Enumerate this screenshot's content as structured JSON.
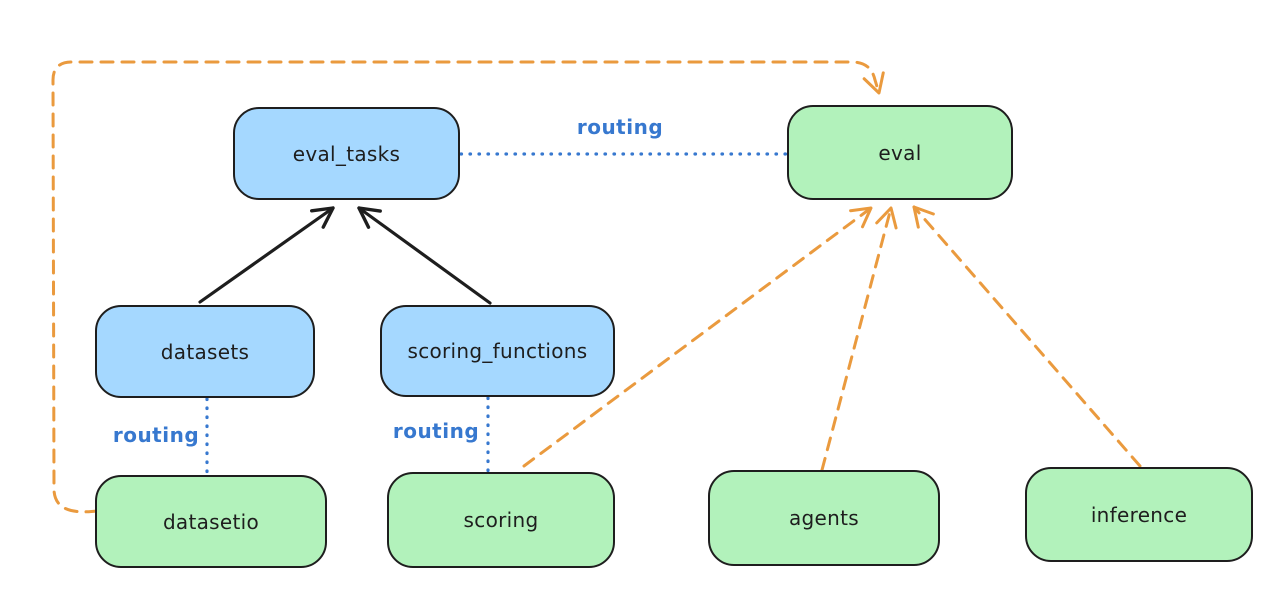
{
  "diagram_description": "Llama Stack style routing diagram: registry objects (blue) route to provider APIs (green)",
  "colors": {
    "node_border": "#1e1e1e",
    "blue_node_fill": "#a5d8ff",
    "green_node_fill": "#b2f2bb",
    "routing_blue": "#3778cf",
    "arrow_black": "#1e1e1e",
    "arrow_orange": "#ea9a3e",
    "canvas_bg": "#ffffff"
  },
  "nodes": {
    "eval_tasks": {
      "label": "eval_tasks",
      "fill": "blue"
    },
    "eval": {
      "label": "eval",
      "fill": "green"
    },
    "datasets": {
      "label": "datasets",
      "fill": "blue"
    },
    "scoring_functions": {
      "label": "scoring_functions",
      "fill": "blue"
    },
    "datasetio": {
      "label": "datasetio",
      "fill": "green"
    },
    "scoring": {
      "label": "scoring",
      "fill": "green"
    },
    "agents": {
      "label": "agents",
      "fill": "green"
    },
    "inference": {
      "label": "inference",
      "fill": "green"
    }
  },
  "edge_labels": {
    "routing_eval_tasks_to_eval": "routing",
    "routing_datasets_to_datasetio": "routing",
    "routing_scoring_functions_to_scoring": "routing"
  },
  "edges": [
    {
      "from": "datasets",
      "to": "eval_tasks",
      "style": "solid",
      "color": "black",
      "arrowhead": true
    },
    {
      "from": "scoring_functions",
      "to": "eval_tasks",
      "style": "solid",
      "color": "black",
      "arrowhead": true
    },
    {
      "from": "eval_tasks",
      "to": "eval",
      "style": "dotted",
      "color": "blue",
      "arrowhead": false,
      "label": "routing"
    },
    {
      "from": "datasets",
      "to": "datasetio",
      "style": "dotted",
      "color": "blue",
      "arrowhead": false,
      "label": "routing"
    },
    {
      "from": "scoring_functions",
      "to": "scoring",
      "style": "dotted",
      "color": "blue",
      "arrowhead": false,
      "label": "routing"
    },
    {
      "from": "datasetio",
      "to": "eval",
      "style": "dashed",
      "color": "orange",
      "arrowhead": true,
      "route": "left-side loop over the top"
    },
    {
      "from": "scoring",
      "to": "eval",
      "style": "dashed",
      "color": "orange",
      "arrowhead": true
    },
    {
      "from": "agents",
      "to": "eval",
      "style": "dashed",
      "color": "orange",
      "arrowhead": true
    },
    {
      "from": "inference",
      "to": "eval",
      "style": "dashed",
      "color": "orange",
      "arrowhead": true
    }
  ]
}
